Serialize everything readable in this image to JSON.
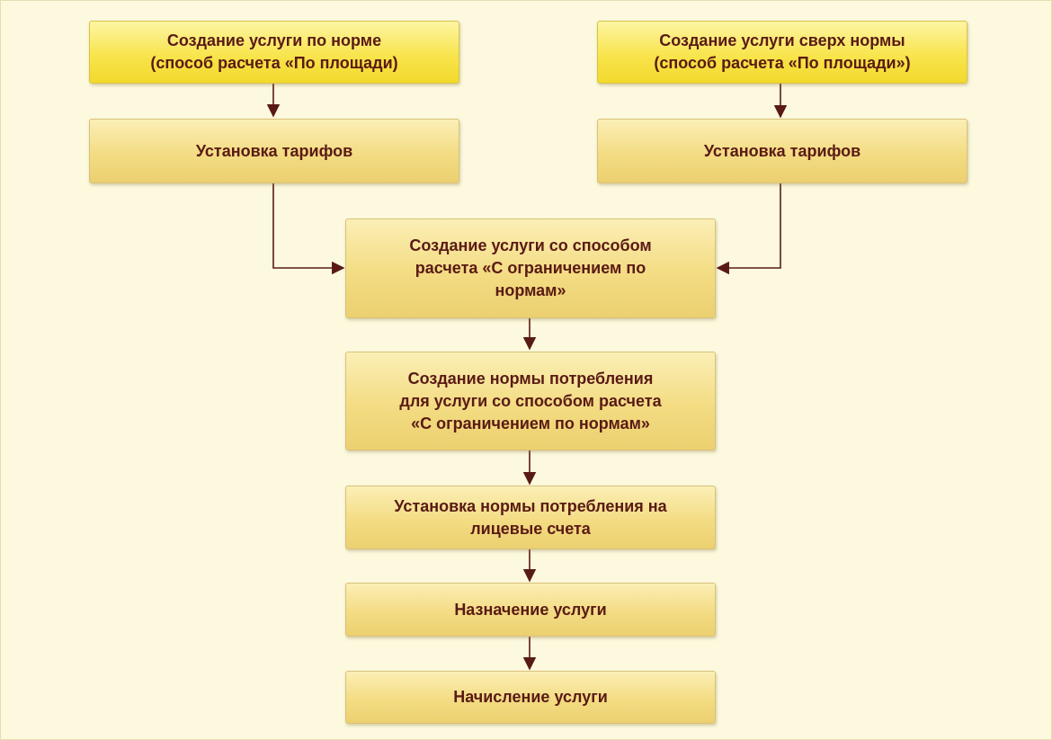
{
  "nodes": {
    "create_norm_service": "Создание услуги по норме\n(способ расчета «По площади)",
    "create_above_norm_service": "Создание услуги сверх нормы\n(способ расчета «По площади»)",
    "set_tariffs_left": "Установка тарифов",
    "set_tariffs_right": "Установка тарифов",
    "create_limited_service": "Создание услуги со способом\nрасчета «С ограничением по\nнормам»",
    "create_consumption_norm": "Создание нормы потребления\nдля услуги со способом расчета\n«С ограничением по нормам»",
    "assign_norm_accounts": "Установка нормы потребления на\nлицевые счета",
    "assign_service": "Назначение услуги",
    "charge_service": "Начисление услуги"
  },
  "colors": {
    "text": "#5a1a14",
    "connector": "#5a1a14",
    "primary_fill": "#f8e54d",
    "box_fill": "#f3dc83",
    "background": "#fcf9df"
  }
}
